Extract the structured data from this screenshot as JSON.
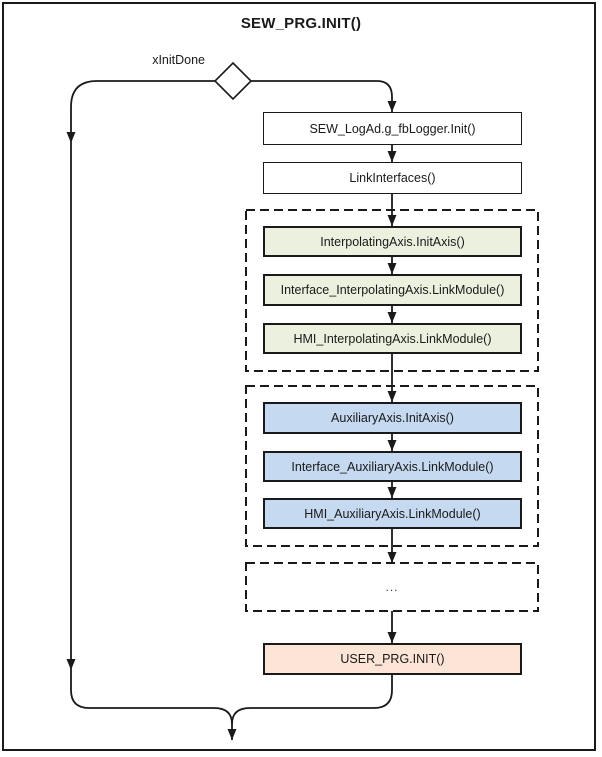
{
  "page": {
    "title": "SEW_PRG.INIT()"
  },
  "flowchart": {
    "decision": {
      "label": "xInitDone"
    },
    "init_sequence": {
      "logger": "SEW_LogAd.g_fbLogger.Init()",
      "link_interfaces": "LinkInterfaces()"
    },
    "interpolating_axis_group": {
      "init_axis": "InterpolatingAxis.InitAxis()",
      "link_module_interface": "Interface_InterpolatingAxis.LinkModule()",
      "link_module_hmi": "HMI_InterpolatingAxis.LinkModule()"
    },
    "auxiliary_axis_group": {
      "init_axis": "AuxiliaryAxis.InitAxis()",
      "link_module_interface": "Interface_AuxiliaryAxis.LinkModule()",
      "link_module_hmi": "HMI_AuxiliaryAxis.LinkModule()"
    },
    "ellipsis_group": {
      "label": "..."
    },
    "user_init": {
      "label": "USER_PRG.INIT()"
    },
    "colors": {
      "process_fill": "#ffffff",
      "interpolating_axis_fill": "#ebf1de",
      "auxiliary_axis_fill": "#c5d9f1",
      "user_init_fill": "#fce4d6",
      "line": "#1a1a1a"
    }
  }
}
